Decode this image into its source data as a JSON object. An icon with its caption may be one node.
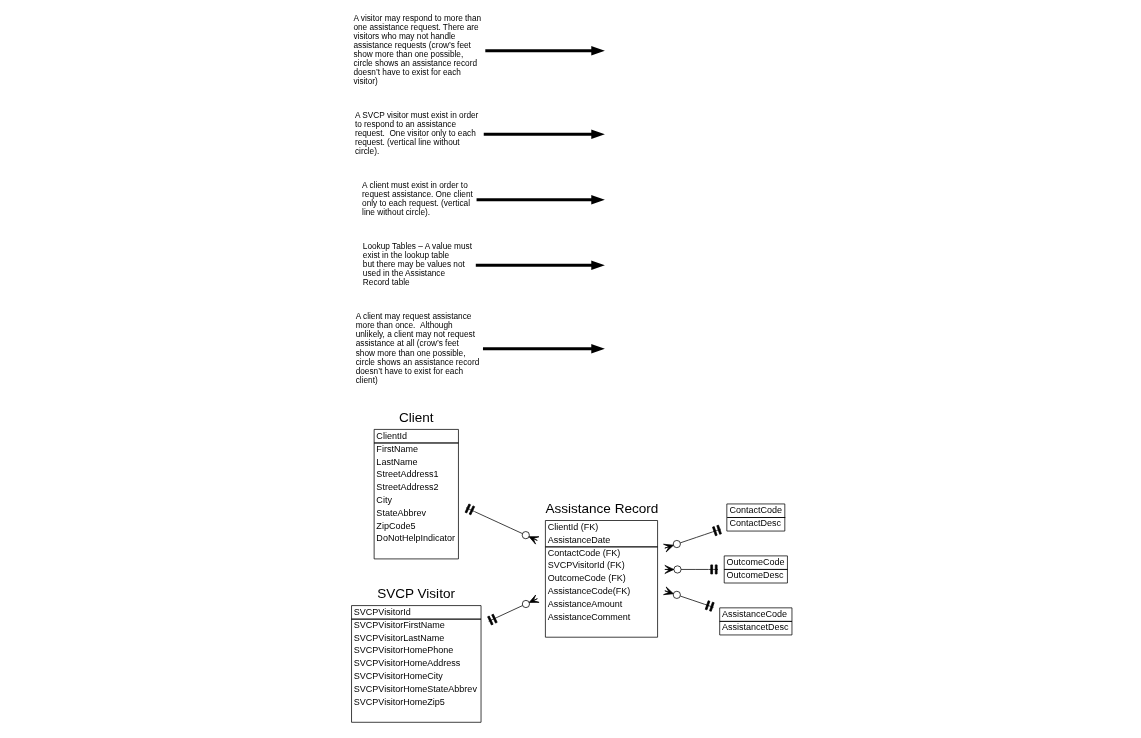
{
  "diagram": {
    "nodes": [
      {
        "text": [
          "Client",
          "ClientId",
          "FirstName",
          "LastName",
          "StreetAddress1",
          "StreetAddress2",
          "City",
          "StateAbbrev",
          "ZipCode5",
          "DoNotHelpIndicator"
        ]
      },
      {
        "text": [
          "Assistance Record",
          "ClientId (FK)",
          "AssistanceDate",
          "ContactCode (FK)",
          "SVCPVisitorId (FK)",
          "OutcomeCode (FK)",
          "AssistanceCode(FK)",
          "AssistanceAmount",
          "AssistanceComment"
        ]
      },
      {
        "text": [
          "SVCP Visitor",
          "SVCPVisitorId",
          "SVCPVisitorFirstName",
          "SVCPVisitorLastName",
          "SVCPVisitorHomePhone",
          "SVCPVisitorHomeAddress",
          "SVCPVisitorHomeCity",
          "SVCPVisitorHomeStateAbbrev",
          "SVCPVisitorHomeZip5"
        ]
      },
      {
        "text": [
          "ContactCode",
          "ContactDesc"
        ]
      },
      {
        "text": [
          "OutcomeCode",
          "OutcomeDesc"
        ]
      },
      {
        "text": [
          "AssistanceCode",
          "AssistancetDesc"
        ]
      },
      {
        "text": [
          "A client may request assistance more than once.  Although unlikely, a client may not request assistance at all (crow’s feet show more than one possible, circle shows an assistance record doesn’t have to exist for each client)"
        ]
      },
      {
        "text": [
          "Lookup Tables – A value must exist in the lookup table but there may be values not used in the Assistance Record table"
        ]
      },
      {
        "text": [
          "A client must exist in order to request assistance. One client only to each request. (vertical line without circle)."
        ]
      },
      {
        "text": [
          "A SVCP visitor must exist in order to respond to an assistance request.  One visitor only to each request. (vertical line without circle)."
        ]
      },
      {
        "text": [
          "A visitor may respond to more than one assistance request. There are visitors who may not handle assistance requests (crow’s feet show more than one possible, circle shows an assistance record doesn’t have to exist for each visitor)"
        ]
      }
    ],
    "edges": [
      {
        "from": 0,
        "to": 1,
        "arrow": "other"
      },
      {
        "from": 2,
        "to": 1,
        "arrow": "other"
      },
      {
        "from": 1,
        "to": 3,
        "arrow": "other"
      },
      {
        "from": 1,
        "to": 4,
        "arrow": "other"
      },
      {
        "from": 1,
        "to": 5,
        "arrow": "other"
      },
      {
        "from": 6,
        "to": null,
        "arrow": "to",
        "style": "thick"
      },
      {
        "from": 7,
        "to": null,
        "arrow": "to",
        "style": "thick"
      },
      {
        "from": 8,
        "to": null,
        "arrow": "to",
        "style": "thick"
      },
      {
        "from": 9,
        "to": null,
        "arrow": "to",
        "style": "thick"
      },
      {
        "from": 10,
        "to": null,
        "arrow": "to",
        "style": "thick"
      }
    ]
  }
}
